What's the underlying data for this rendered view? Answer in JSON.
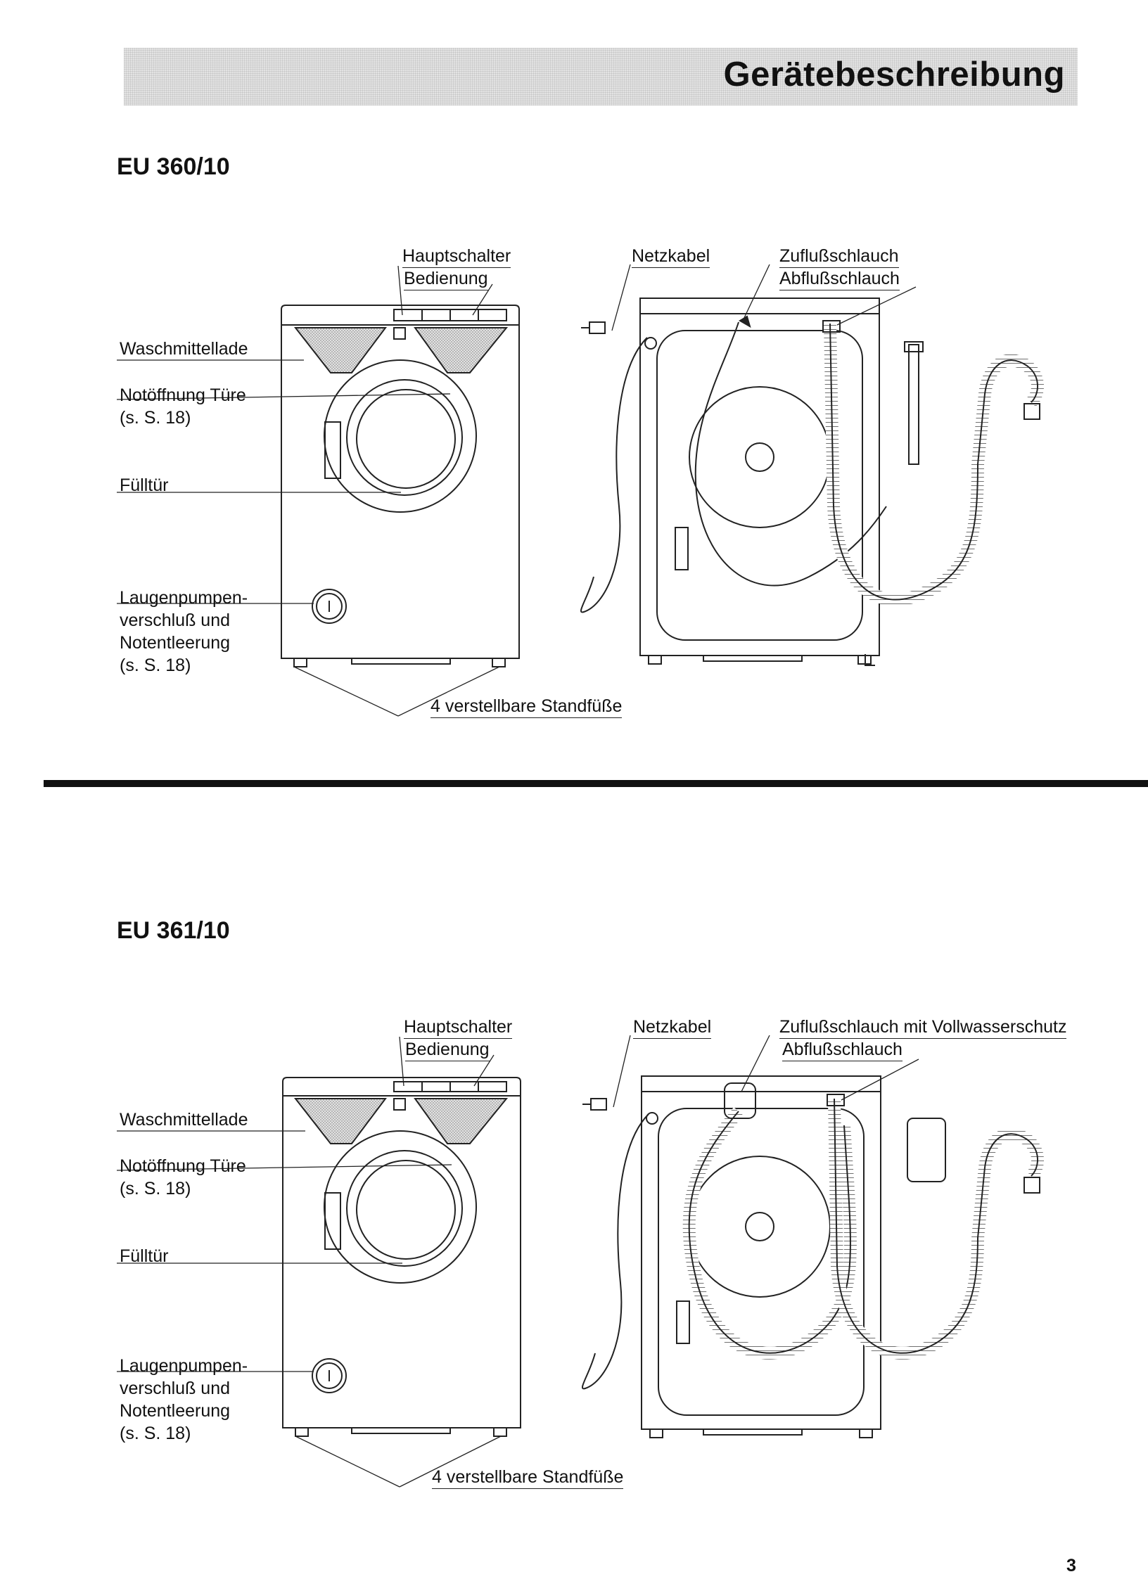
{
  "header": {
    "title": "Gerätebeschreibung"
  },
  "page_number": "3",
  "models": [
    {
      "model": "EU 360/10",
      "labels": {
        "main_switch": "Hauptschalter",
        "controls": "Bedienung",
        "power_cable": "Netzkabel",
        "inlet_hose": "Zuflußschlauch",
        "drain_hose": "Abflußschlauch",
        "detergent_drawer": "Waschmittellade",
        "emergency_door": "Notöffnung Türe",
        "emergency_door_ref": "(s. S. 18)",
        "fill_door": "Fülltür",
        "pump_1": "Laugenpumpen-",
        "pump_2": "verschluß und",
        "pump_3": "Notentleerung",
        "pump_ref": "(s. S. 18)",
        "feet": "4 verstellbare Standfüße"
      }
    },
    {
      "model": "EU 361/10",
      "labels": {
        "main_switch": "Hauptschalter",
        "controls": "Bedienung",
        "power_cable": "Netzkabel",
        "inlet_hose": "Zuflußschlauch mit Vollwasserschutz",
        "drain_hose": "Abflußschlauch",
        "detergent_drawer": "Waschmittellade",
        "emergency_door": "Notöffnung Türe",
        "emergency_door_ref": "(s. S. 18)",
        "fill_door": "Fülltür",
        "pump_1": "Laugenpumpen-",
        "pump_2": "verschluß und",
        "pump_3": "Notentleerung",
        "pump_ref": "(s. S. 18)",
        "feet": "4 verstellbare Standfüße"
      }
    }
  ]
}
